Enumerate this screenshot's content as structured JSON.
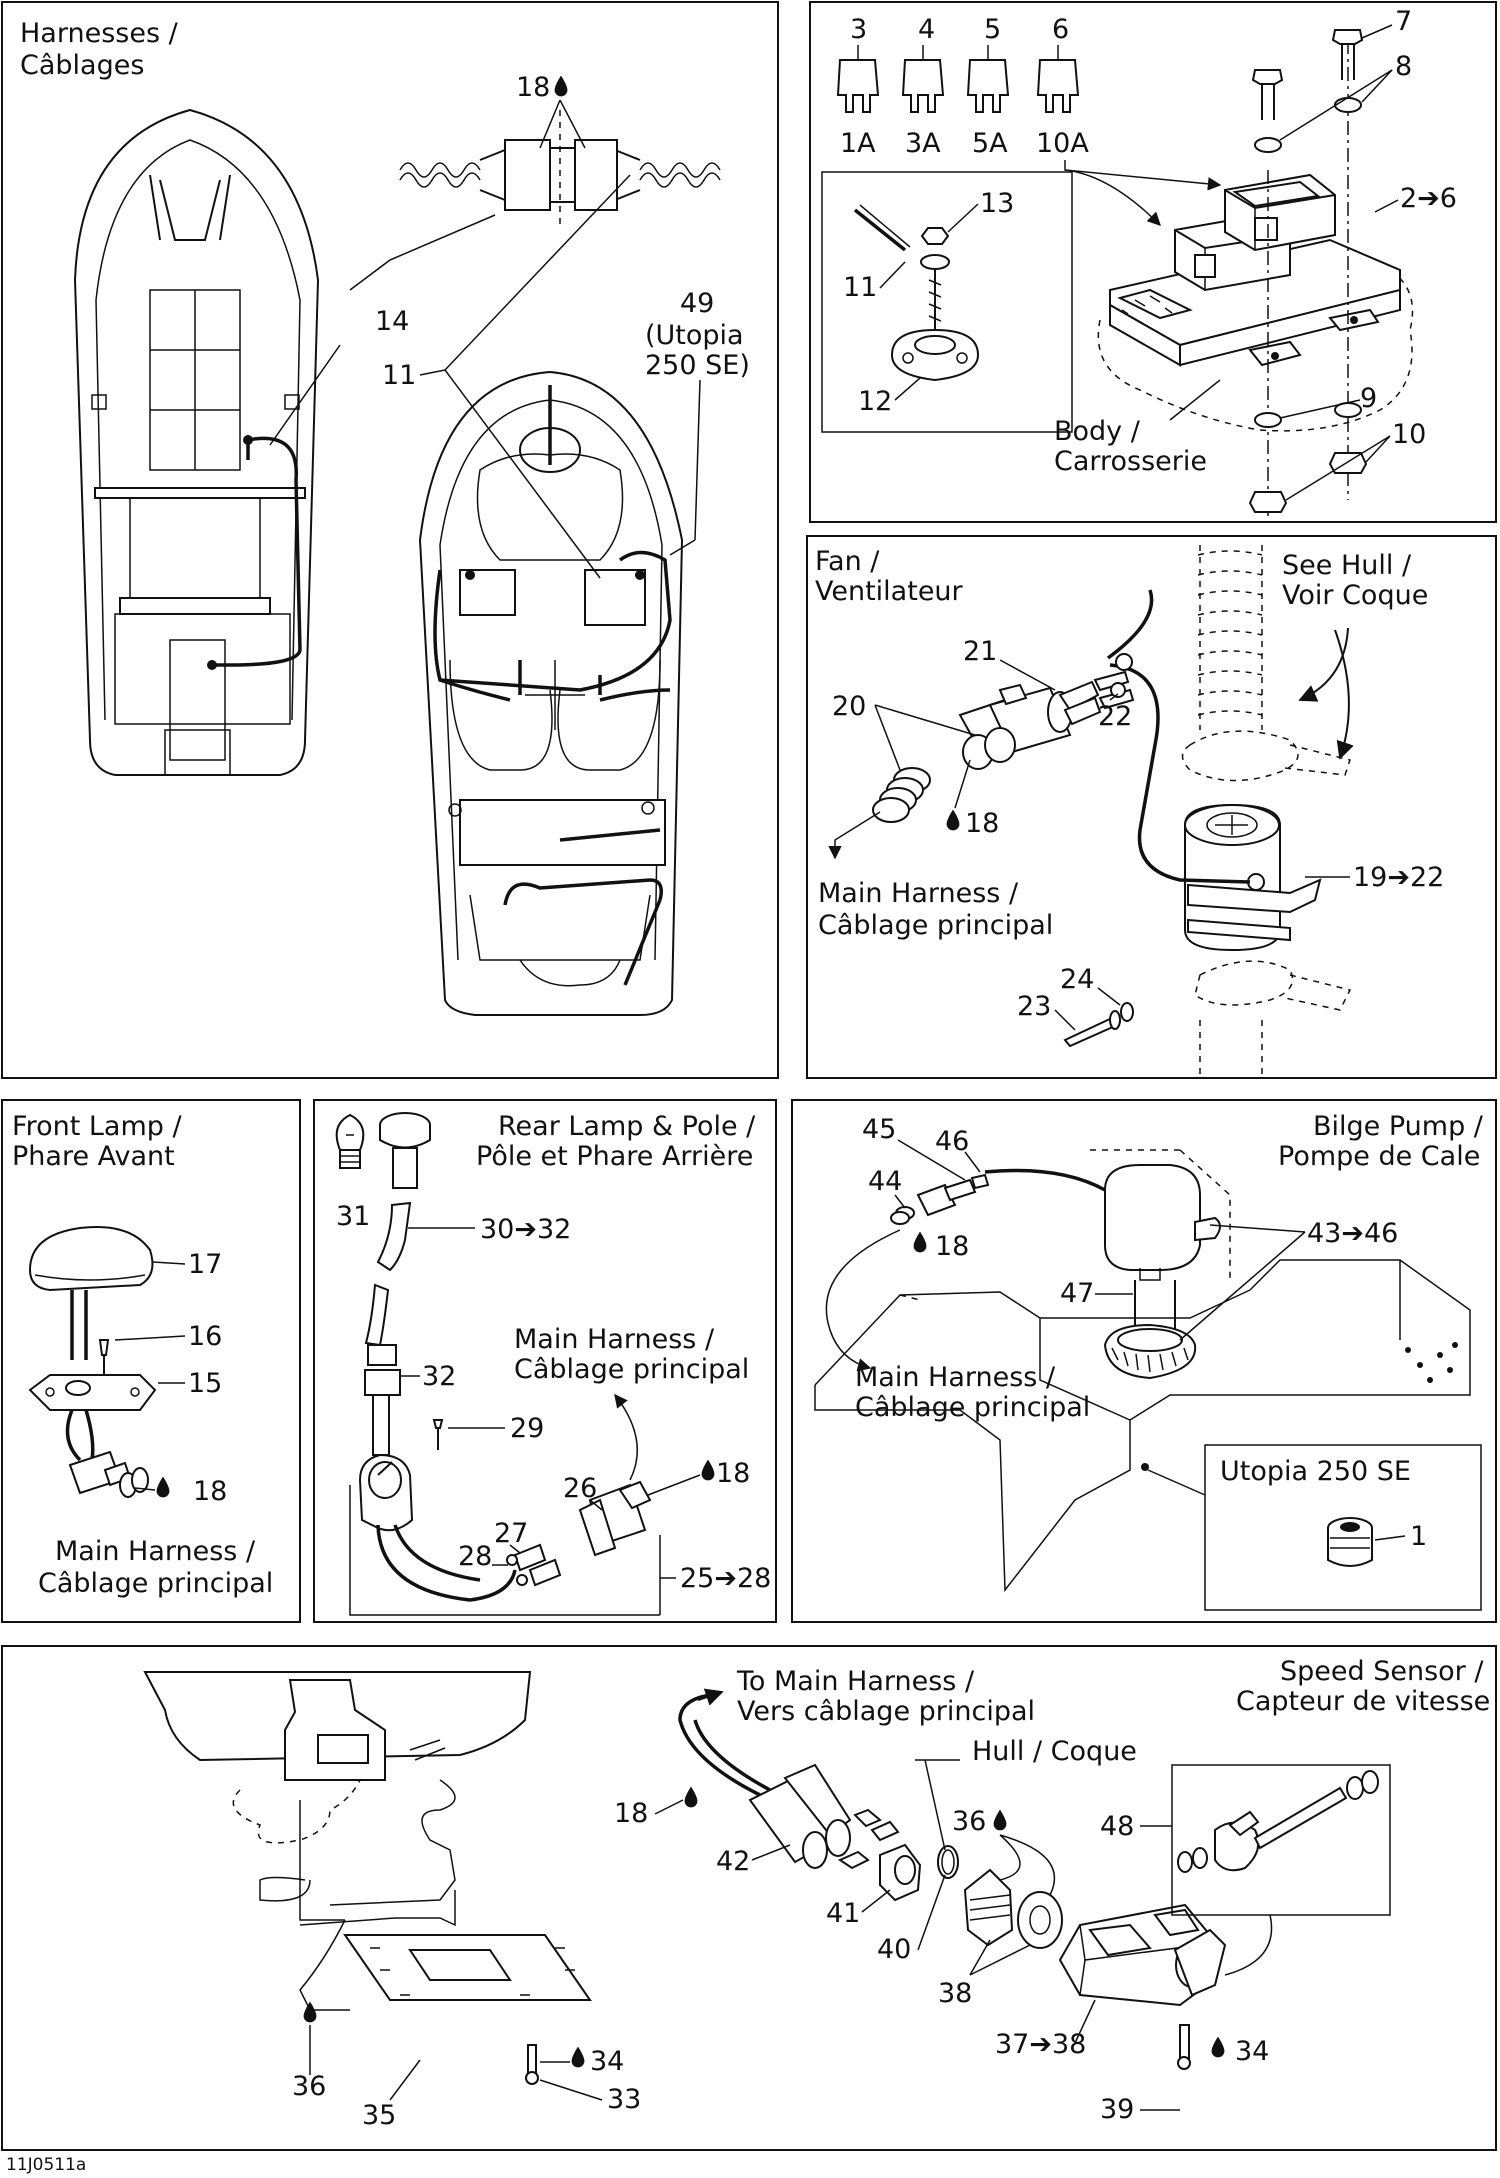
{
  "panels": {
    "harnesses": {
      "title_line1": "Harnesses /",
      "title_line2": "Câblages",
      "callouts": {
        "c18": "18",
        "c14": "14",
        "c11": "11",
        "c49a": "49",
        "c49b": "(Utopia",
        "c49c": "250 SE)"
      }
    },
    "fuses": {
      "numbers": [
        "3",
        "4",
        "5",
        "6"
      ],
      "ratings": [
        "1A",
        "3A",
        "5A",
        "10A"
      ],
      "callouts": {
        "c7": "7",
        "c8": "8",
        "c2_6": "2➔6",
        "c13": "13",
        "c11": "11",
        "c12": "12",
        "c9": "9",
        "c10": "10"
      },
      "body_line1": "Body /",
      "body_line2": "Carrosserie"
    },
    "fan": {
      "title_line1": "Fan /",
      "title_line2": "Ventilateur",
      "see_hull_line1": "See Hull /",
      "see_hull_line2": "Voir Coque",
      "callouts": {
        "c21": "21",
        "c20": "20",
        "c22": "22",
        "c18": "18",
        "c19_22": "19➔22",
        "c24": "24",
        "c23": "23"
      },
      "main_line1": "Main Harness /",
      "main_line2": "Câblage principal"
    },
    "front_lamp": {
      "title_line1": "Front Lamp /",
      "title_line2": "Phare Avant",
      "callouts": {
        "c17": "17",
        "c16": "16",
        "c15": "15",
        "c18": "18"
      },
      "main_line1": "Main Harness /",
      "main_line2": "Câblage principal"
    },
    "rear_lamp": {
      "title_line1": "Rear Lamp & Pole /",
      "title_line2": "Pôle et Phare Arrière",
      "callouts": {
        "c31": "31",
        "c30_32": "30➔32",
        "c32": "32",
        "c29": "29",
        "c26": "26",
        "c18": "18",
        "c27": "27",
        "c28": "28",
        "c25_28": "25➔28"
      },
      "main_line1": "Main Harness /",
      "main_line2": "Câblage principal"
    },
    "bilge": {
      "title_line1": "Bilge Pump /",
      "title_line2": "Pompe de Cale",
      "callouts": {
        "c45": "45",
        "c46": "46",
        "c44": "44",
        "c18": "18",
        "c43_46": "43➔46",
        "c47": "47",
        "c1": "1"
      },
      "main_line1": "Main Harness /",
      "main_line2": "Câblage principal",
      "utopia": "Utopia 250 SE"
    },
    "speed": {
      "title_line1": "Speed Sensor /",
      "title_line2": "Capteur de vitesse",
      "to_main_line1": "To Main Harness /",
      "to_main_line2": "Vers câblage principal",
      "hull": "Hull / Coque",
      "callouts": {
        "c18": "18",
        "c42": "42",
        "c41": "41",
        "c40": "40",
        "c36a": "36",
        "c38": "38",
        "c48": "48",
        "c37_38": "37➔38",
        "c34a": "34",
        "c39": "39",
        "c36b": "36",
        "c35": "35",
        "c34b": "34",
        "c33": "33"
      }
    }
  },
  "footer_code": "11J0511a",
  "icons": [
    "drop-icon",
    "arrow-icon"
  ]
}
